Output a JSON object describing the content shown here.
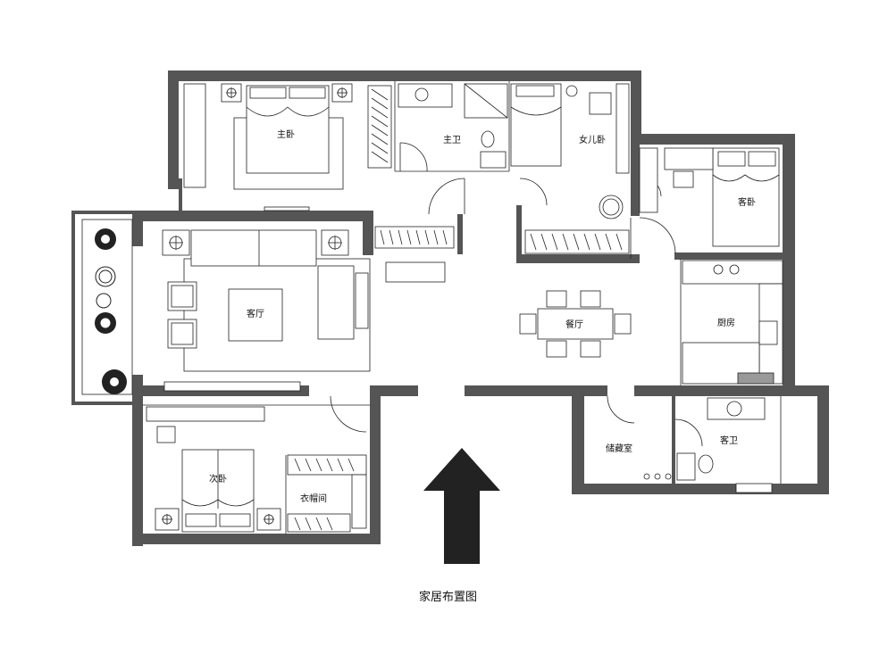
{
  "title": "家居布置图",
  "rooms": {
    "master_bedroom": "主卧",
    "master_bath": "主卫",
    "daughter_room": "女儿卧",
    "guest_bedroom": "客卧",
    "living_room": "客厅",
    "dining_room": "餐厅",
    "kitchen": "厨房",
    "second_bedroom": "次卧",
    "walk_in_closet": "衣帽间",
    "storage_room": "储藏室",
    "guest_bath": "客卫"
  },
  "icons": {
    "entrance_arrow": "up-arrow-icon",
    "plants": "potted-plant-icon",
    "lamps": "table-lamp-icon"
  },
  "colors": {
    "wall": "#555555",
    "line": "#222222",
    "background": "#ffffff"
  }
}
